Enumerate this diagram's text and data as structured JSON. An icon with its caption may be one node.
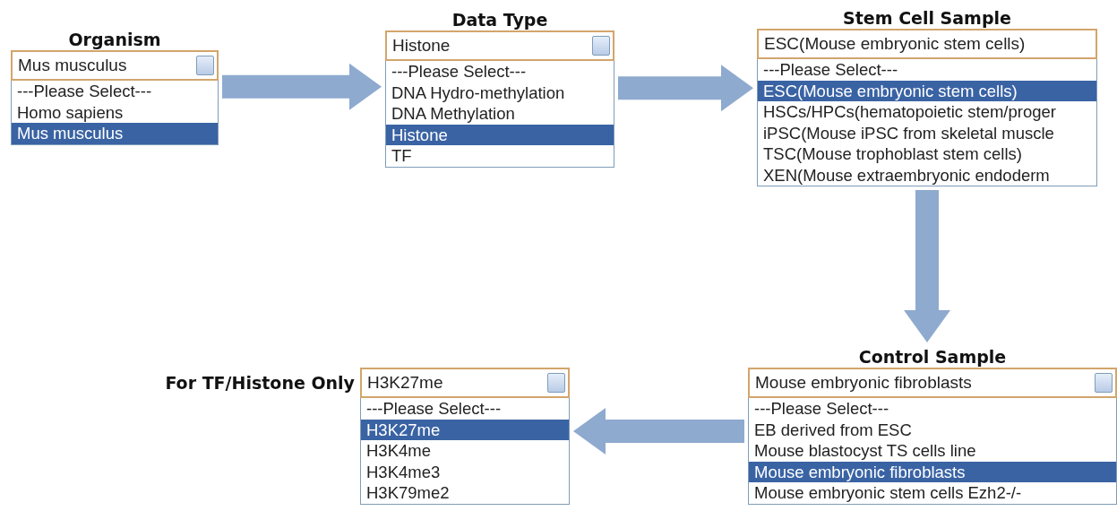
{
  "diagram": {
    "nodes": [
      {
        "text": [
          "Organism",
          "Mus musculus",
          "---Please Select---",
          "Homo sapiens",
          "Mus musculus"
        ]
      },
      {
        "text": [
          "Data Type",
          "Histone",
          "---Please Select---",
          "DNA Hydro-methylation",
          "DNA Methylation",
          "Histone",
          "TF"
        ]
      },
      {
        "text": [
          "Stem Cell Sample",
          "ESC(Mouse embryonic stem cells)",
          "---Please Select---",
          "ESC(Mouse embryonic stem cells)",
          "HSCs/HPCs(hematopoietic stem/proger",
          "iPSC(Mouse iPSC from skeletal muscle",
          "TSC(Mouse trophoblast stem cells)",
          "XEN(Mouse extraembryonic endoderm"
        ]
      },
      {
        "text": [
          "Control Sample",
          "Mouse embryonic fibroblasts",
          "---Please Select---",
          "EB derived from ESC",
          "Mouse blastocyst TS cells line",
          "Mouse embryonic fibroblasts",
          "Mouse embryonic stem cells Ezh2-/-"
        ]
      },
      {
        "text": [
          "For TF/Histone Only",
          "H3K27me",
          "---Please Select---",
          "H3K27me",
          "H3K4me",
          "H3K4me3",
          "H3K79me2"
        ]
      }
    ],
    "edges": [
      {
        "from": 0,
        "to": 1,
        "arrow": "to"
      },
      {
        "from": 1,
        "to": 2,
        "arrow": "to"
      },
      {
        "from": 2,
        "to": 3,
        "arrow": "to"
      },
      {
        "from": 3,
        "to": 4,
        "arrow": "to"
      }
    ]
  }
}
